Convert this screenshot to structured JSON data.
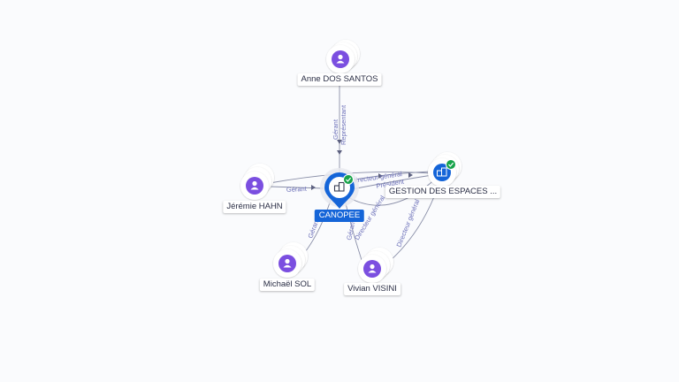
{
  "colors": {
    "person_icon": "#7b4fe0",
    "company_pin": "#1565d8",
    "company_icon": "#1565d8",
    "verified_badge": "#17a34a",
    "edge": "#8a8fa8",
    "edge_label": "#6b6fb8",
    "label_bg": "#ffffff",
    "label_text": "#2a2e45"
  },
  "nodes": {
    "anne": {
      "label": "Anne DOS SANTOS",
      "icon": "person-icon"
    },
    "jeremie": {
      "label": "Jérémie HAHN",
      "icon": "person-icon"
    },
    "michael": {
      "label": "Michaël SOL",
      "icon": "person-icon"
    },
    "vivian": {
      "label": "Vivian VISINI",
      "icon": "person-icon"
    },
    "canopee": {
      "label": "CANOPEE",
      "icon": "building-icon",
      "badge": "verified-check-icon"
    },
    "gestion": {
      "label": "GESTION DES ESPACES ...",
      "icon": "buildings-icon",
      "badge": "verified-check-icon"
    }
  },
  "edge_labels": {
    "anne_1": "Gérant",
    "anne_2": "Représentant",
    "jeremie": "Gérant",
    "canopee_gestion_1": "Directeur général",
    "canopee_gestion_2": "Président",
    "michael": "Gérant",
    "vivian_1": "Gérant",
    "vivian_2": "Directeur général",
    "vivian_3": "Directeur général"
  }
}
